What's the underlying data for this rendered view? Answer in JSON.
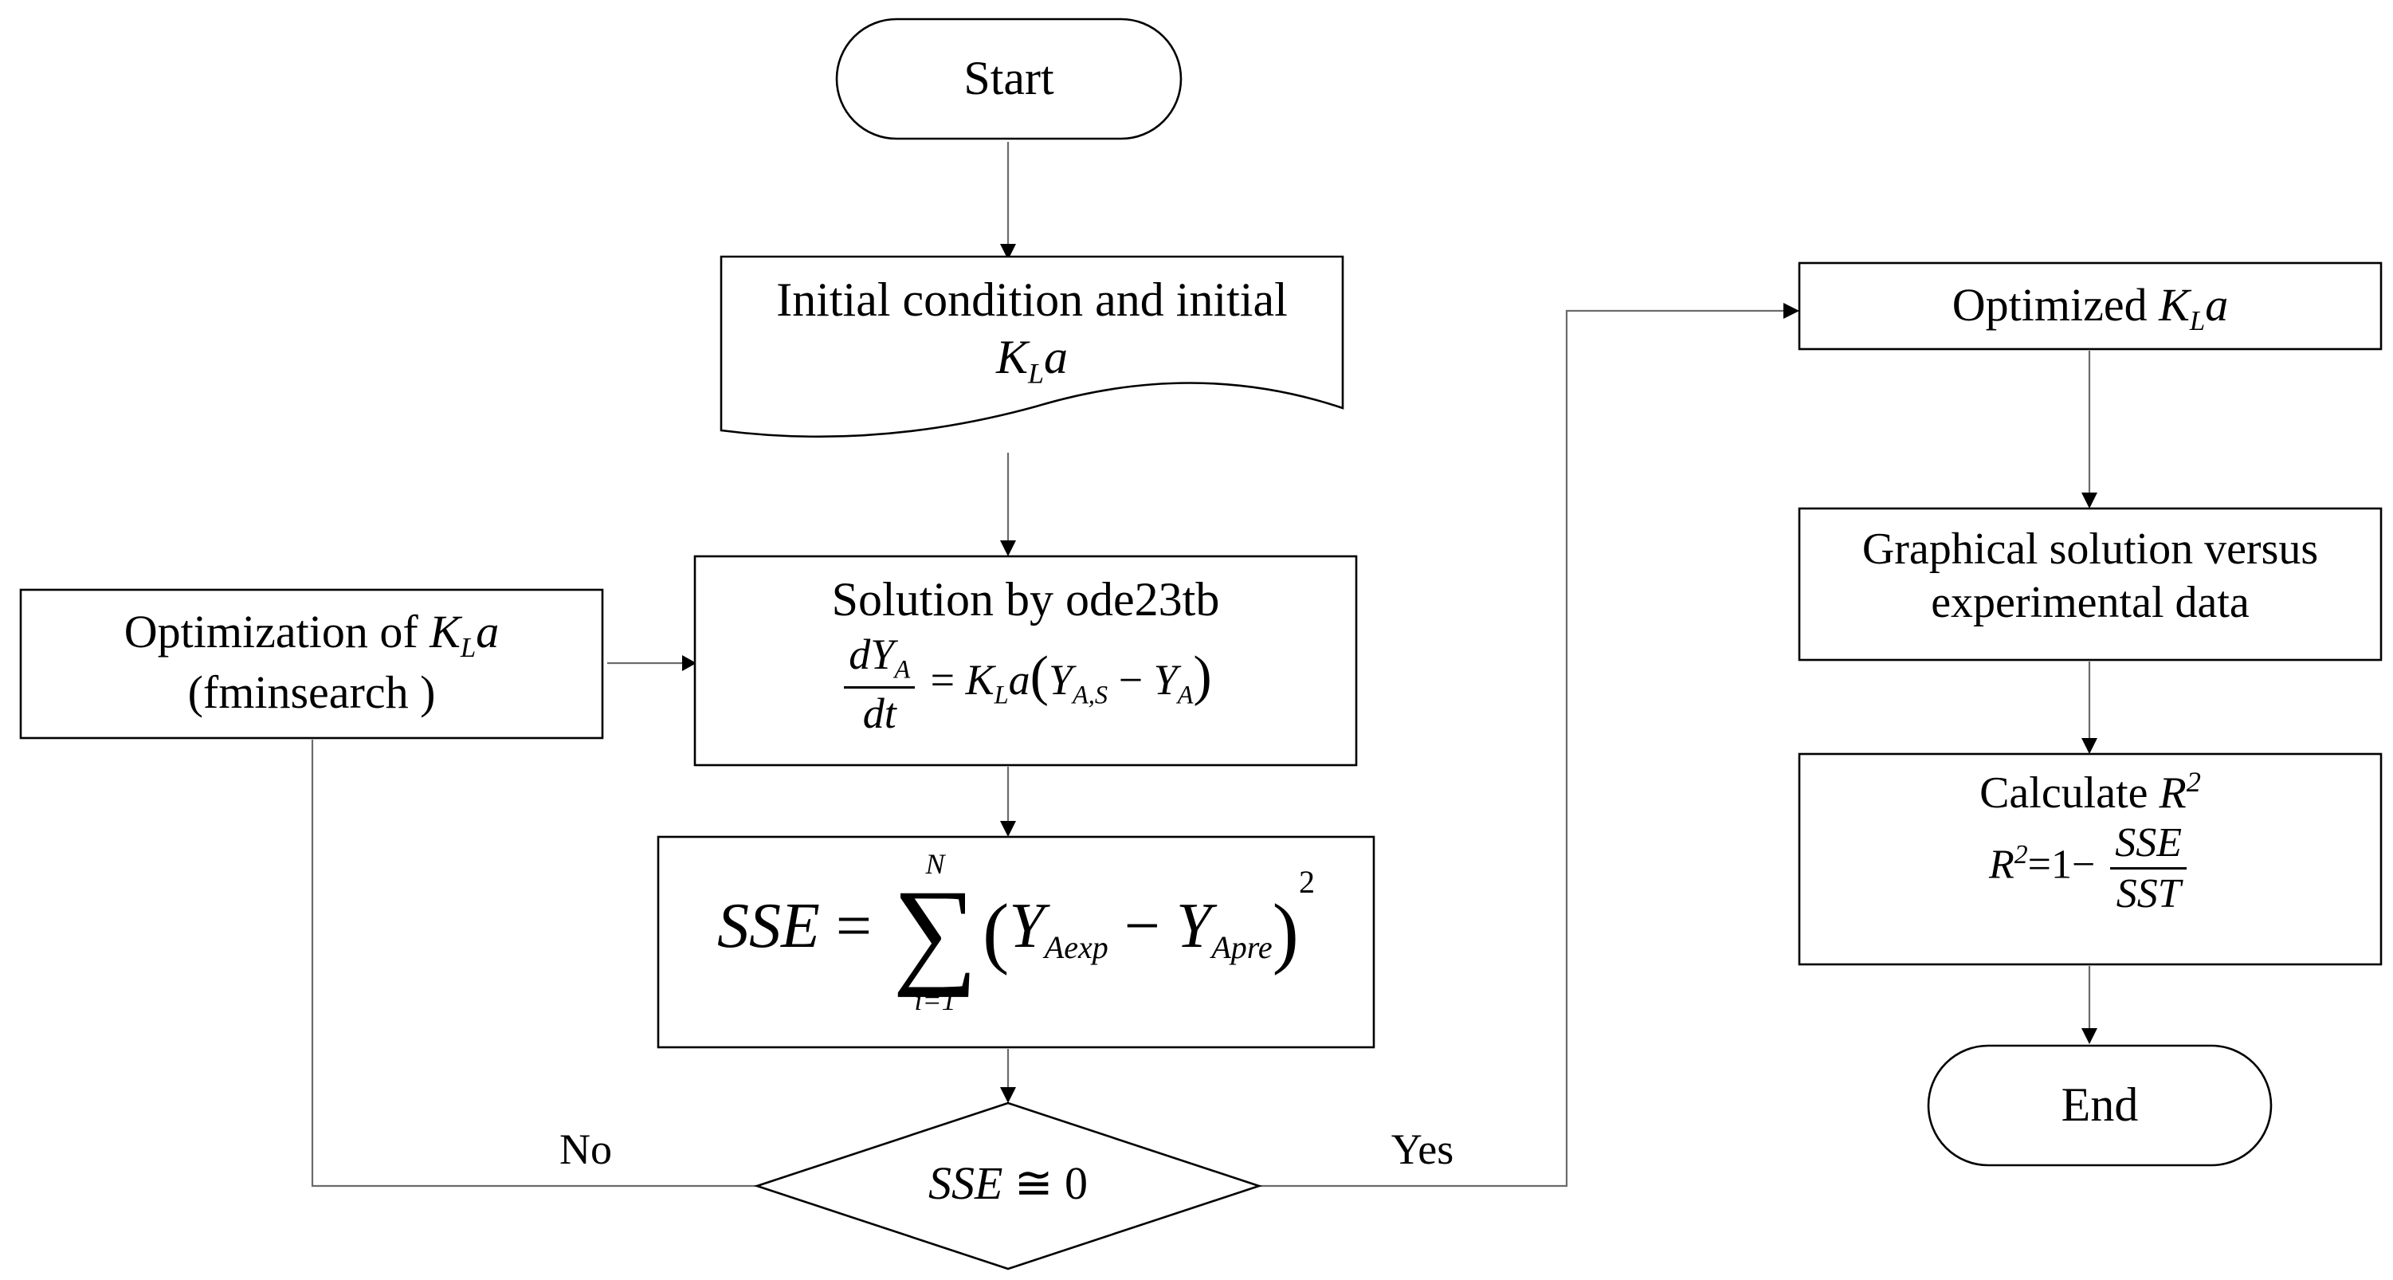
{
  "nodes": {
    "start": {
      "label": "Start"
    },
    "initial": {
      "line1": "Initial condition and initial",
      "kla_k": "K",
      "kla_sub": "L",
      "kla_a": "a"
    },
    "solution": {
      "title": "Solution by ode23tb",
      "eq_num_d": "d",
      "eq_num_Y": "Y",
      "eq_num_sub": "A",
      "eq_den": "dt",
      "eq_eq": "=",
      "eq_K": "K",
      "eq_K_sub": "L",
      "eq_a": "a",
      "eq_open": "(",
      "eq_Y1": "Y",
      "eq_Y1_sub": "A,S",
      "eq_minus": "−",
      "eq_Y2": "Y",
      "eq_Y2_sub": "A",
      "eq_close": ")"
    },
    "sse": {
      "lhs": "SSE",
      "eq": "=",
      "upper": "N",
      "sigma": "∑",
      "lower": "i=1",
      "open": "(",
      "Y1": "Y",
      "Y1_sub": "Aexp",
      "minus": "−",
      "Y2": "Y",
      "Y2_sub": "Apre",
      "close": ")",
      "power": "2"
    },
    "decision": {
      "lhs": "SSE",
      "rel": "≅",
      "rhs": "0"
    },
    "optimization": {
      "line1_text": "Optimization of ",
      "kla_k": "K",
      "kla_sub": "L",
      "kla_a": "a",
      "line2": "(fminsearch )"
    },
    "optimized": {
      "text": "Optimized ",
      "kla_k": "K",
      "kla_sub": "L",
      "kla_a": "a"
    },
    "graphical": {
      "line1": "Graphical solution versus",
      "line2": "experimental data"
    },
    "calculate": {
      "text": "Calculate ",
      "R": "R",
      "R_sup": "2",
      "eq_R": "R",
      "eq_R_sup": "2",
      "eq_rest": "=1−",
      "eq_num": "SSE",
      "eq_den": "SST"
    },
    "end": {
      "label": "End"
    }
  },
  "edges": {
    "no_label": "No",
    "yes_label": "Yes"
  }
}
